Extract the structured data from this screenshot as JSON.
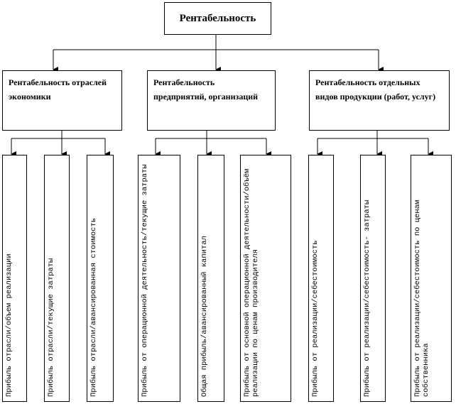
{
  "root": {
    "label": "Рентабельность"
  },
  "groups": [
    {
      "label": "Рентабельность отраслей экономики",
      "items": [
        "Прибыль отрасли/объем реализации",
        "Прибыль отрасли/текущие затраты",
        "Прибыль отрасли/авансированная стоимость"
      ]
    },
    {
      "label": "Рентабельность предприятий, организаций",
      "items": [
        "Прибыль от операционной деятельность/текущие затраты",
        "Общая прибыль/авансированный капитал",
        "Прибыль от основной операционной деятельности/объём реализации по ценам производителя"
      ]
    },
    {
      "label": "Рентабельность отдельных видов продукции (работ, услуг)",
      "items": [
        "Прибыль от реализации/себестоимость",
        "Прибыль от реализации/себестоимость- затраты",
        "Прибыль от реализации/себестоимость по ценам собственника"
      ]
    }
  ]
}
